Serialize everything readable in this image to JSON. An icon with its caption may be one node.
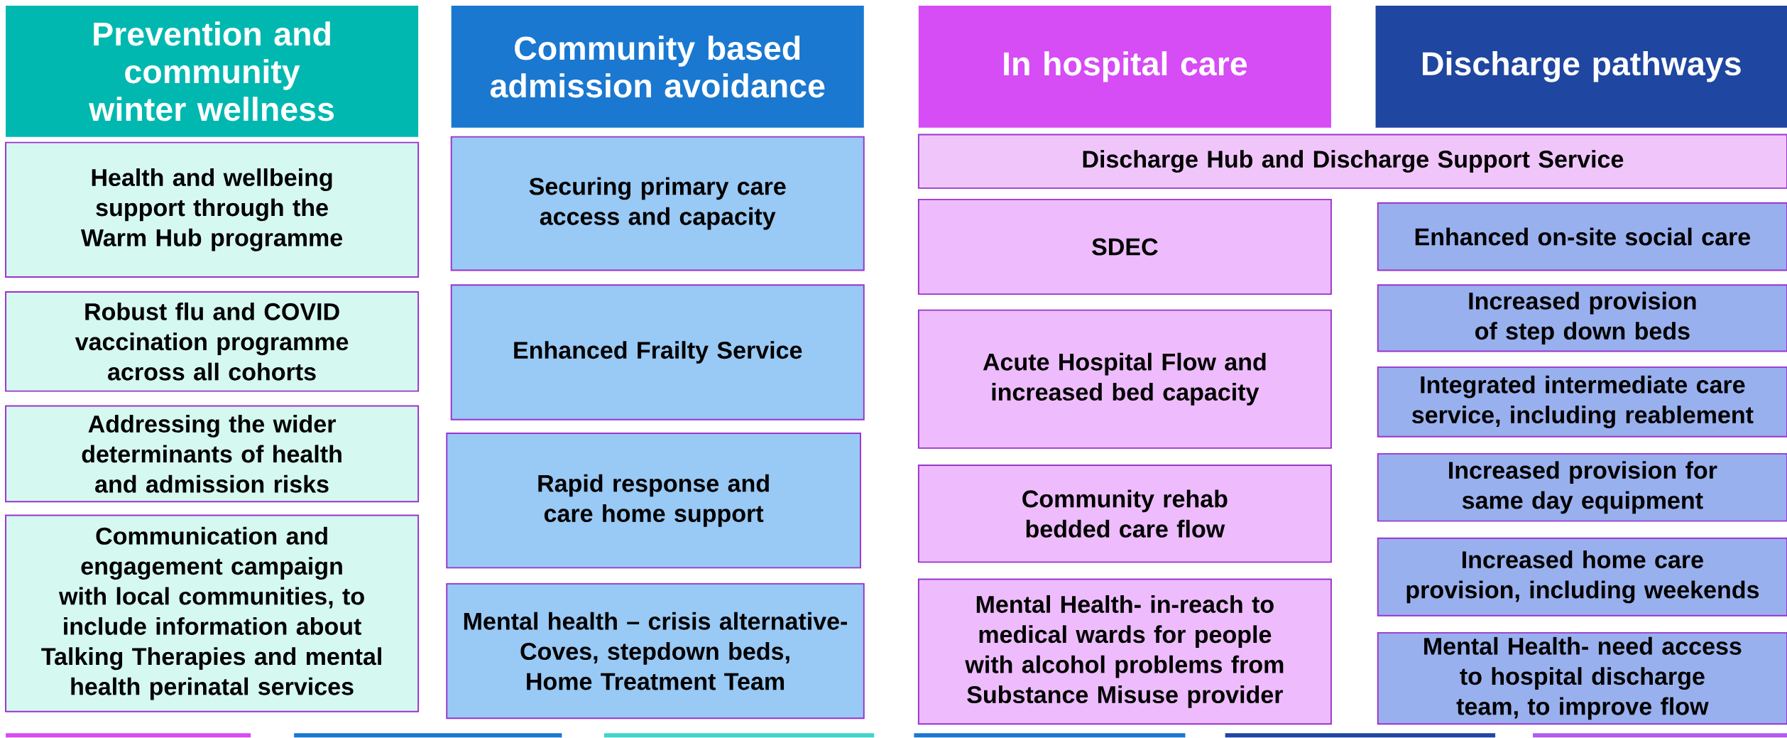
{
  "diagram": {
    "nodes": [
      {
        "text": [
          "Prevention and community winter wellness"
        ]
      },
      {
        "text": [
          "Community based admission avoidance"
        ]
      },
      {
        "text": [
          "In hospital care"
        ]
      },
      {
        "text": [
          "Discharge pathways"
        ]
      },
      {
        "text": [
          "Health and wellbeing support through the Warm Hub programme"
        ]
      },
      {
        "text": [
          "Robust flu and COVID vaccination programme across all cohorts"
        ]
      },
      {
        "text": [
          "Addressing the wider determinants of health and admission risks"
        ]
      },
      {
        "text": [
          "Communication and engagement campaign with local communities, to include information about Talking Therapies and mental health perinatal services"
        ]
      },
      {
        "text": [
          "Securing primary care access and capacity"
        ]
      },
      {
        "text": [
          "Enhanced Frailty Service"
        ]
      },
      {
        "text": [
          "Rapid response and care home support"
        ]
      },
      {
        "text": [
          "Mental health – crisis alternative- Coves, stepdown beds, Home Treatment Team"
        ]
      },
      {
        "text": [
          "Discharge Hub and Discharge Support Service"
        ]
      },
      {
        "text": [
          "SDEC"
        ]
      },
      {
        "text": [
          "Acute Hospital Flow and increased bed capacity"
        ]
      },
      {
        "text": [
          "Community rehab bedded care flow"
        ]
      },
      {
        "text": [
          "Mental Health- in-reach to medical wards for people with alcohol problems from Substance Misuse provider"
        ]
      },
      {
        "text": [
          "Enhanced on-site social care"
        ]
      },
      {
        "text": [
          "Increased provision of step down beds"
        ]
      },
      {
        "text": [
          "Integrated intermediate care service, including reablement"
        ]
      },
      {
        "text": [
          "Increased provision for same day equipment"
        ]
      },
      {
        "text": [
          "Increased home care provision, including weekends"
        ]
      },
      {
        "text": [
          "Mental Health- need access to hospital discharge team, to improve flow"
        ]
      }
    ]
  }
}
